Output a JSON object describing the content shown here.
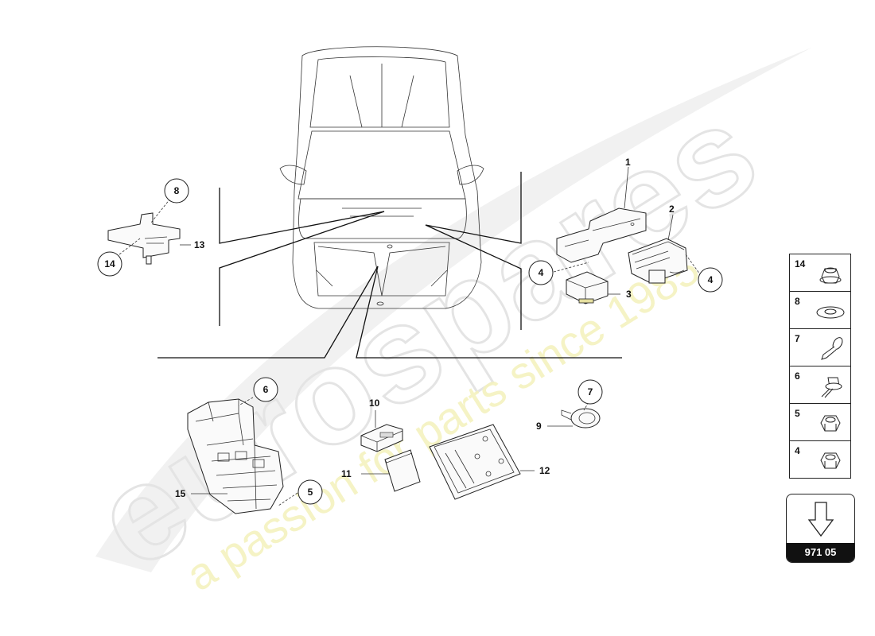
{
  "watermark": {
    "brand": "eurospares",
    "slogan": "a passion for parts since 1985"
  },
  "callouts": {
    "c1": "1",
    "c2": "2",
    "c3": "3",
    "c4a": "4",
    "c4b": "4",
    "c5": "5",
    "c6": "6",
    "c7": "7",
    "c8": "8",
    "c9": "9",
    "c10": "10",
    "c11": "11",
    "c12": "12",
    "c13": "13",
    "c14": "14",
    "c15": "15"
  },
  "legend": [
    {
      "number": "14",
      "icon": "flange-nut-icon"
    },
    {
      "number": "8",
      "icon": "washer-icon"
    },
    {
      "number": "7",
      "icon": "push-rivet-icon"
    },
    {
      "number": "6",
      "icon": "flange-bolt-icon"
    },
    {
      "number": "5",
      "icon": "hex-nut-icon"
    },
    {
      "number": "4",
      "icon": "hex-nut-icon"
    }
  ],
  "reference": {
    "code": "971 05",
    "icon": "down-arrow-icon"
  },
  "colors": {
    "line": "#222222",
    "watermark_grey": "#e9e9e9",
    "watermark_yellow": "#f3f0b0",
    "code_bg": "#111111"
  }
}
